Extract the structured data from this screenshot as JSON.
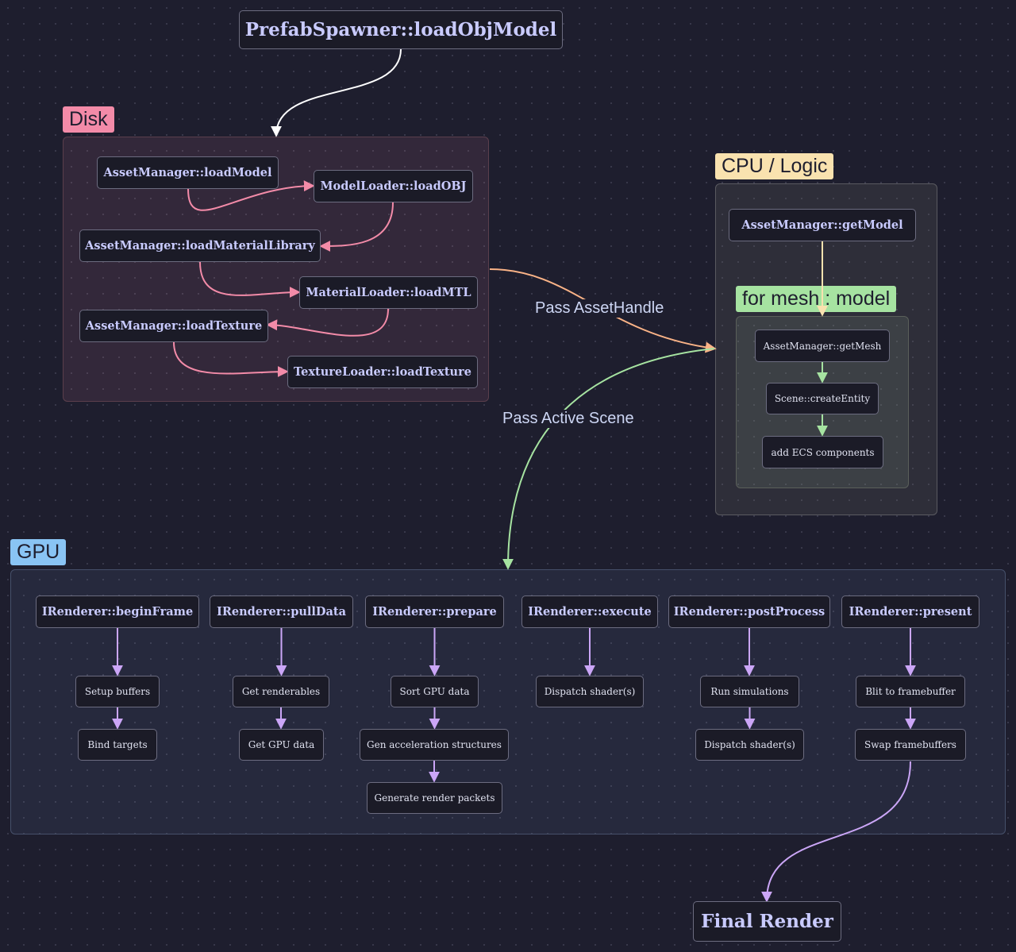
{
  "title": "PrefabSpawner::loadObjModel",
  "final": "Final Render",
  "groups": {
    "disk": "Disk",
    "cpu": "CPU / Logic",
    "loop": "for mesh : model",
    "gpu": "GPU"
  },
  "disk_nodes": {
    "load_model": "AssetManager::loadModel",
    "load_obj": "ModelLoader::loadOBJ",
    "load_material_library": "AssetManager::loadMaterialLibrary",
    "load_mtl": "MaterialLoader::loadMTL",
    "load_texture": "AssetManager::loadTexture",
    "texture_loader": "TextureLoader::loadTexture"
  },
  "cpu_nodes": {
    "get_model": "AssetManager::getModel",
    "get_mesh": "AssetManager::getMesh",
    "create_entity": "Scene::createEntity",
    "add_components": "add ECS components"
  },
  "edge_labels": {
    "asset_handle": "Pass AssetHandle",
    "active_scene": "Pass Active Scene"
  },
  "gpu_stages": [
    {
      "name": "IRenderer::beginFrame",
      "steps": [
        "Setup buffers",
        "Bind targets"
      ]
    },
    {
      "name": "IRenderer::pullData",
      "steps": [
        "Get renderables",
        "Get GPU data"
      ]
    },
    {
      "name": "IRenderer::prepare",
      "steps": [
        "Sort GPU data",
        "Gen acceleration structures",
        "Generate render packets"
      ]
    },
    {
      "name": "IRenderer::execute",
      "steps": [
        "Dispatch shader(s)"
      ]
    },
    {
      "name": "IRenderer::postProcess",
      "steps": [
        "Run simulations",
        "Dispatch shader(s)"
      ]
    },
    {
      "name": "IRenderer::present",
      "steps": [
        "Blit to framebuffer",
        "Swap framebuffers"
      ]
    }
  ],
  "colors": {
    "background": "#1e1e2e",
    "disk": "#f38ba8",
    "cpu": "#f9e2af",
    "loop": "#a6e3a1",
    "gpu": "#89c4f4",
    "gpu_edge": "#cba6f7",
    "node_text": "#c9cbff"
  }
}
